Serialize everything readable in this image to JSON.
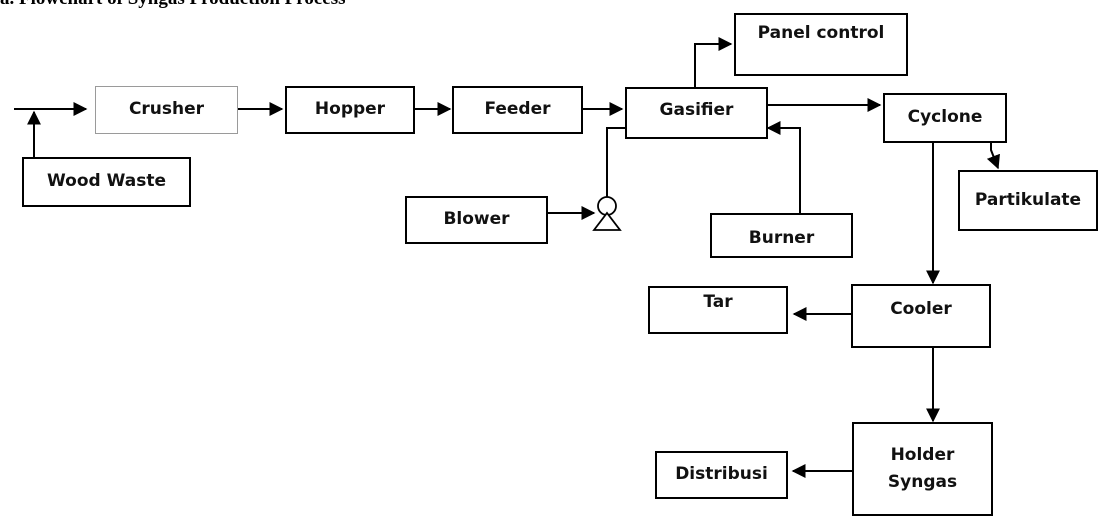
{
  "caption": "a. Flowchart of Syngas Production Process",
  "nodes": {
    "crusher": "Crusher",
    "hopper": "Hopper",
    "feeder": "Feeder",
    "gasifier": "Gasifier",
    "panel_control": "Panel control",
    "cyclone": "Cyclone",
    "wood_waste": "Wood Waste",
    "blower": "Blower",
    "burner": "Burner",
    "partikulate": "Partikulate",
    "tar": "Tar",
    "cooler": "Cooler",
    "holder_syngas": "Holder\nSyngas",
    "distribusi": "Distribusi"
  }
}
